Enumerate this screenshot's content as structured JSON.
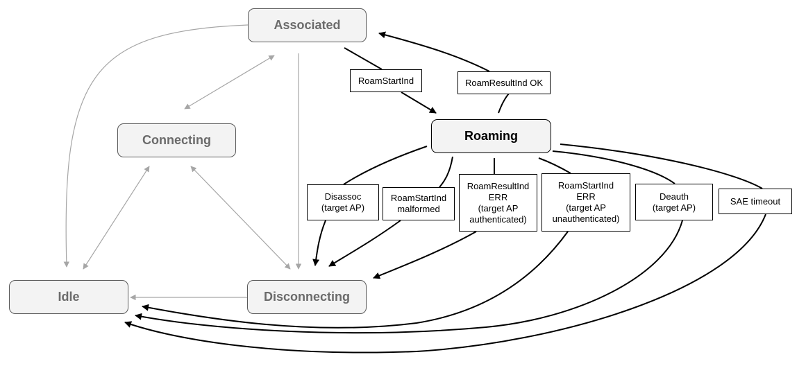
{
  "states": {
    "associated": "Associated",
    "connecting": "Connecting",
    "roaming": "Roaming",
    "idle": "Idle",
    "disconnecting": "Disconnecting"
  },
  "transitions": {
    "roam_start_ind": "RoamStartInd",
    "roam_result_ok": "RoamResultInd OK",
    "disassoc": [
      "Disassoc",
      "(target AP)"
    ],
    "roam_start_malformed": [
      "RoamStartInd",
      "malformed"
    ],
    "roam_result_err": [
      "RoamResultInd",
      "ERR",
      "(target AP",
      "authenticated)"
    ],
    "roam_start_err": [
      "RoamStartInd",
      "ERR",
      "(target AP",
      "unauthenticated)"
    ],
    "deauth": [
      "Deauth",
      "(target AP)"
    ],
    "sae_timeout": "SAE timeout"
  },
  "colors": {
    "faded_edge": "#a6a6a6",
    "strong_edge": "#000000",
    "state_fill": "#f3f3f3",
    "faded_text": "#6b6b6b"
  }
}
